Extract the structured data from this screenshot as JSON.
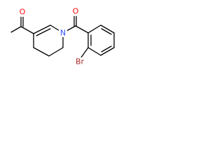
{
  "molecule": {
    "atoms": {
      "oxygen_acetyl": {
        "symbol": "O",
        "color": "#ff0d0d"
      },
      "nitrogen_ring": {
        "symbol": "N",
        "color": "#3050f8"
      },
      "oxygen_carbonyl": {
        "symbol": "O",
        "color": "#ff0d0d"
      },
      "bromine": {
        "symbol": "Br",
        "color": "#a62929"
      }
    },
    "bond_color": "#000000"
  }
}
